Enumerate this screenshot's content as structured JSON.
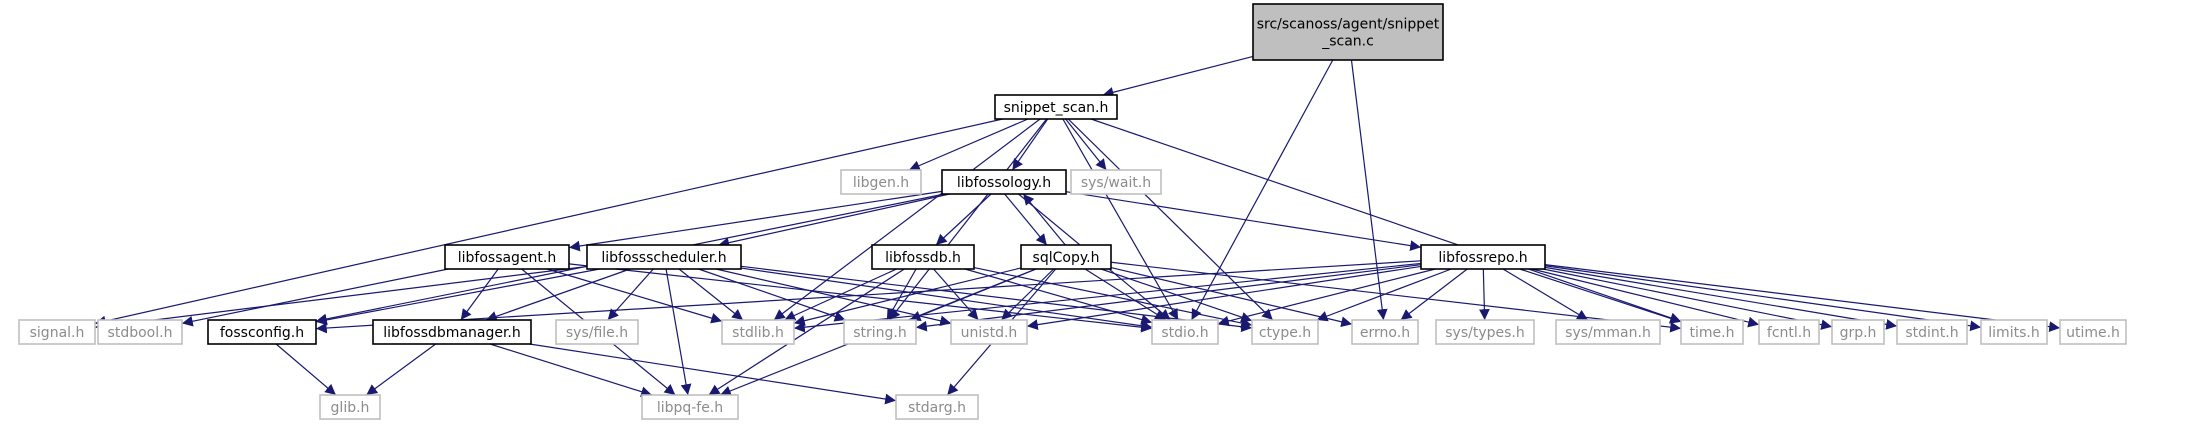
{
  "diagram": {
    "title": "",
    "colors": {
      "root_fill": "#bfbfbf",
      "root_border": "#000000",
      "local_fill": "#ffffff",
      "local_border": "#000000",
      "system_border": "#bfbfbf",
      "system_text": "#8c8c8c",
      "text": "#000000",
      "edge": "#191970"
    },
    "nodes": [
      {
        "id": "root",
        "label_lines": [
          "src/scanoss/agent/snippet",
          "_scan.c"
        ],
        "kind": "root"
      },
      {
        "id": "snippet_scan_h",
        "label_lines": [
          "snippet_scan.h"
        ],
        "kind": "local"
      },
      {
        "id": "libgen_h",
        "label_lines": [
          "libgen.h"
        ],
        "kind": "system"
      },
      {
        "id": "libfossology_h",
        "label_lines": [
          "libfossology.h"
        ],
        "kind": "local"
      },
      {
        "id": "sys_wait_h",
        "label_lines": [
          "sys/wait.h"
        ],
        "kind": "system"
      },
      {
        "id": "libfossagent_h",
        "label_lines": [
          "libfossagent.h"
        ],
        "kind": "local"
      },
      {
        "id": "libfossscheduler_h",
        "label_lines": [
          "libfossscheduler.h"
        ],
        "kind": "local"
      },
      {
        "id": "libfossdb_h",
        "label_lines": [
          "libfossdb.h"
        ],
        "kind": "local"
      },
      {
        "id": "sqlCopy_h",
        "label_lines": [
          "sqlCopy.h"
        ],
        "kind": "local"
      },
      {
        "id": "libfossrepo_h",
        "label_lines": [
          "libfossrepo.h"
        ],
        "kind": "local"
      },
      {
        "id": "signal_h",
        "label_lines": [
          "signal.h"
        ],
        "kind": "system"
      },
      {
        "id": "stdbool_h",
        "label_lines": [
          "stdbool.h"
        ],
        "kind": "system"
      },
      {
        "id": "fossconfig_h",
        "label_lines": [
          "fossconfig.h"
        ],
        "kind": "local"
      },
      {
        "id": "libfossdbmanager_h",
        "label_lines": [
          "libfossdbmanager.h"
        ],
        "kind": "local"
      },
      {
        "id": "sys_file_h",
        "label_lines": [
          "sys/file.h"
        ],
        "kind": "system"
      },
      {
        "id": "stdlib_h",
        "label_lines": [
          "stdlib.h"
        ],
        "kind": "system"
      },
      {
        "id": "string_h",
        "label_lines": [
          "string.h"
        ],
        "kind": "system"
      },
      {
        "id": "unistd_h",
        "label_lines": [
          "unistd.h"
        ],
        "kind": "system"
      },
      {
        "id": "stdio_h",
        "label_lines": [
          "stdio.h"
        ],
        "kind": "system"
      },
      {
        "id": "ctype_h",
        "label_lines": [
          "ctype.h"
        ],
        "kind": "system"
      },
      {
        "id": "errno_h",
        "label_lines": [
          "errno.h"
        ],
        "kind": "system"
      },
      {
        "id": "sys_types_h",
        "label_lines": [
          "sys/types.h"
        ],
        "kind": "system"
      },
      {
        "id": "sys_mman_h",
        "label_lines": [
          "sys/mman.h"
        ],
        "kind": "system"
      },
      {
        "id": "time_h",
        "label_lines": [
          "time.h"
        ],
        "kind": "system"
      },
      {
        "id": "fcntl_h",
        "label_lines": [
          "fcntl.h"
        ],
        "kind": "system"
      },
      {
        "id": "grp_h",
        "label_lines": [
          "grp.h"
        ],
        "kind": "system"
      },
      {
        "id": "stdint_h",
        "label_lines": [
          "stdint.h"
        ],
        "kind": "system"
      },
      {
        "id": "limits_h",
        "label_lines": [
          "limits.h"
        ],
        "kind": "system"
      },
      {
        "id": "utime_h",
        "label_lines": [
          "utime.h"
        ],
        "kind": "system"
      },
      {
        "id": "glib_h",
        "label_lines": [
          "glib.h"
        ],
        "kind": "system"
      },
      {
        "id": "libpq_fe_h",
        "label_lines": [
          "libpq-fe.h"
        ],
        "kind": "system"
      },
      {
        "id": "stdarg_h",
        "label_lines": [
          "stdarg.h"
        ],
        "kind": "system"
      }
    ],
    "edges": [
      [
        "root",
        "snippet_scan_h"
      ],
      [
        "root",
        "stdio_h"
      ],
      [
        "root",
        "errno_h"
      ],
      [
        "snippet_scan_h",
        "libgen_h"
      ],
      [
        "snippet_scan_h",
        "libfossology_h"
      ],
      [
        "snippet_scan_h",
        "sys_wait_h"
      ],
      [
        "snippet_scan_h",
        "signal_h"
      ],
      [
        "snippet_scan_h",
        "stdlib_h"
      ],
      [
        "snippet_scan_h",
        "string_h"
      ],
      [
        "snippet_scan_h",
        "stdio_h"
      ],
      [
        "snippet_scan_h",
        "ctype_h"
      ],
      [
        "snippet_scan_h",
        "time_h"
      ],
      [
        "libfossology_h",
        "libfossagent_h"
      ],
      [
        "libfossology_h",
        "libfossscheduler_h"
      ],
      [
        "libfossology_h",
        "libfossdb_h"
      ],
      [
        "libfossology_h",
        "sqlCopy_h"
      ],
      [
        "libfossology_h",
        "libfossrepo_h"
      ],
      [
        "libfossology_h",
        "fossconfig_h"
      ],
      [
        "libfossology_h",
        "stdio_h"
      ],
      [
        "libfossagent_h",
        "stdbool_h"
      ],
      [
        "libfossagent_h",
        "libfossdbmanager_h"
      ],
      [
        "libfossagent_h",
        "libpq_fe_h"
      ],
      [
        "libfossagent_h",
        "stdlib_h"
      ],
      [
        "libfossagent_h",
        "stdio_h"
      ],
      [
        "libfossscheduler_h",
        "signal_h"
      ],
      [
        "libfossscheduler_h",
        "fossconfig_h"
      ],
      [
        "libfossscheduler_h",
        "libfossdbmanager_h"
      ],
      [
        "libfossscheduler_h",
        "sys_file_h"
      ],
      [
        "libfossscheduler_h",
        "stdlib_h"
      ],
      [
        "libfossscheduler_h",
        "string_h"
      ],
      [
        "libfossscheduler_h",
        "unistd_h"
      ],
      [
        "libfossscheduler_h",
        "stdio_h"
      ],
      [
        "libfossscheduler_h",
        "libpq_fe_h"
      ],
      [
        "libfossscheduler_h",
        "ctype_h"
      ],
      [
        "libfossdb_h",
        "stdlib_h"
      ],
      [
        "libfossdb_h",
        "string_h"
      ],
      [
        "libfossdb_h",
        "unistd_h"
      ],
      [
        "libfossdb_h",
        "stdio_h"
      ],
      [
        "libfossdb_h",
        "ctype_h"
      ],
      [
        "libfossdb_h",
        "libpq_fe_h"
      ],
      [
        "sqlCopy_h",
        "libfossology_h"
      ],
      [
        "sqlCopy_h",
        "stdlib_h"
      ],
      [
        "sqlCopy_h",
        "string_h"
      ],
      [
        "sqlCopy_h",
        "unistd_h"
      ],
      [
        "sqlCopy_h",
        "stdio_h"
      ],
      [
        "sqlCopy_h",
        "ctype_h"
      ],
      [
        "sqlCopy_h",
        "errno_h"
      ],
      [
        "sqlCopy_h",
        "libpq_fe_h"
      ],
      [
        "sqlCopy_h",
        "stdarg_h"
      ],
      [
        "sqlCopy_h",
        "time_h"
      ],
      [
        "libfossrepo_h",
        "fossconfig_h"
      ],
      [
        "libfossrepo_h",
        "stdlib_h"
      ],
      [
        "libfossrepo_h",
        "string_h"
      ],
      [
        "libfossrepo_h",
        "unistd_h"
      ],
      [
        "libfossrepo_h",
        "stdio_h"
      ],
      [
        "libfossrepo_h",
        "ctype_h"
      ],
      [
        "libfossrepo_h",
        "errno_h"
      ],
      [
        "libfossrepo_h",
        "sys_types_h"
      ],
      [
        "libfossrepo_h",
        "sys_mman_h"
      ],
      [
        "libfossrepo_h",
        "time_h"
      ],
      [
        "libfossrepo_h",
        "fcntl_h"
      ],
      [
        "libfossrepo_h",
        "grp_h"
      ],
      [
        "libfossrepo_h",
        "stdint_h"
      ],
      [
        "libfossrepo_h",
        "limits_h"
      ],
      [
        "libfossrepo_h",
        "utime_h"
      ],
      [
        "fossconfig_h",
        "glib_h"
      ],
      [
        "libfossdbmanager_h",
        "glib_h"
      ],
      [
        "libfossdbmanager_h",
        "libpq_fe_h"
      ],
      [
        "libfossdbmanager_h",
        "stdarg_h"
      ]
    ]
  }
}
